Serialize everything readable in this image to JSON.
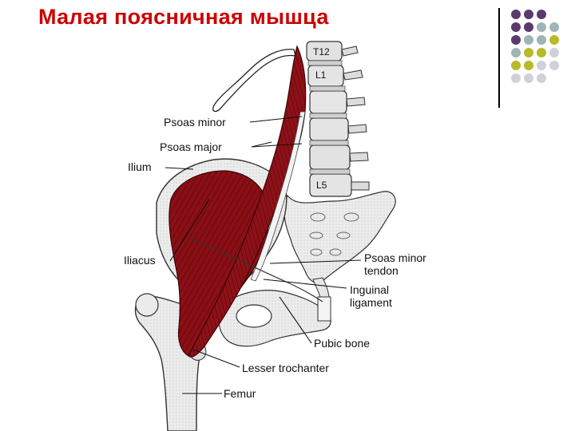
{
  "slide": {
    "title": "Малая поясничная мышца"
  },
  "colors": {
    "title": "#cc0000",
    "muscle": "#8b0f16",
    "bone": "#e9e9e9",
    "dot_purple": "#5a3a6e",
    "dot_teal": "#9fb4b6",
    "dot_olive": "#b9b92a",
    "dot_gray": "#d0d0d8"
  },
  "vertebra_labels": {
    "t12": "T12",
    "l1": "L1",
    "l5": "L5"
  },
  "labels": {
    "psoas_minor": "Psoas minor",
    "psoas_major": "Psoas major",
    "ilium": "Ilium",
    "iliacus": "Iliacus",
    "psoas_minor_tendon_1": "Psoas minor",
    "psoas_minor_tendon_2": "tendon",
    "inguinal_1": "Inguinal",
    "inguinal_2": "ligament",
    "pubic_bone": "Pubic bone",
    "lesser_trochanter": "Lesser trochanter",
    "femur": "Femur"
  }
}
